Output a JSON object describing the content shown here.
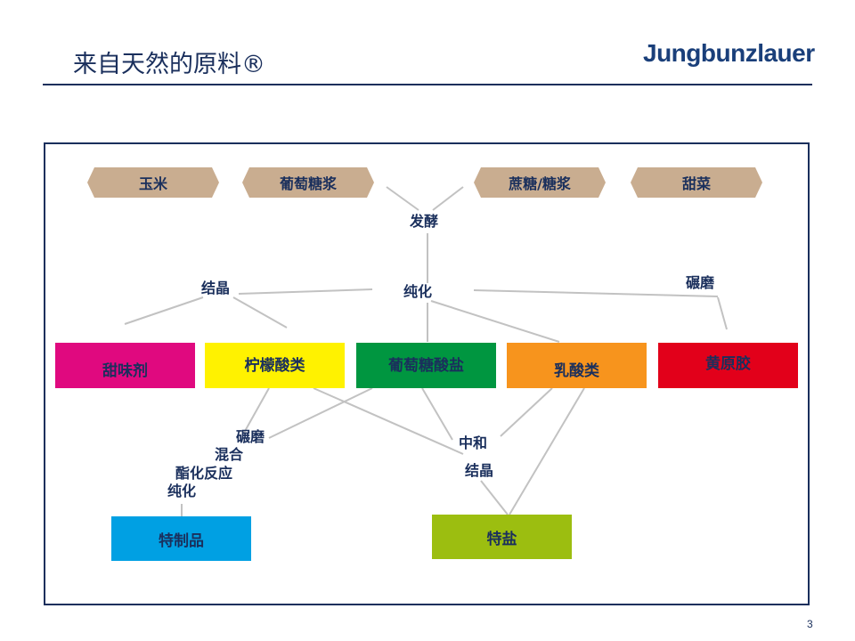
{
  "header": {
    "title": "来自天然的原料®",
    "logo": "Jungbunzlauer"
  },
  "colors": {
    "source_fill": "#c9ad90",
    "line": "#c2c2c2",
    "text": "#1a2f5c",
    "sweeteners": "#e0097f",
    "citric": "#fff200",
    "gluconates": "#009640",
    "lactics": "#f7941d",
    "xanthan": "#e2001a",
    "specialties": "#00a0e3",
    "special_salts": "#9cbe10"
  },
  "sources": [
    "玉米",
    "葡萄糖浆",
    "蔗糖/糖浆",
    "甜菜"
  ],
  "processes": {
    "fermentation": "发酵",
    "purification": "纯化",
    "crystallization": "结晶",
    "milling_top": "碾磨",
    "milling_left": "碾磨",
    "mixing": "混合",
    "esterification": "酯化反应",
    "purification_left": "纯化",
    "neutralization": "中和",
    "crystallization_bottom": "结晶"
  },
  "products": {
    "sweeteners": "甜味剂",
    "citric": "柠檬酸类",
    "gluconates": "葡萄糖酸盐",
    "lactics": "乳酸类",
    "xanthan": "黄原胶",
    "specialties": "特制品",
    "special_salts": "特盐"
  },
  "page_number": "3"
}
